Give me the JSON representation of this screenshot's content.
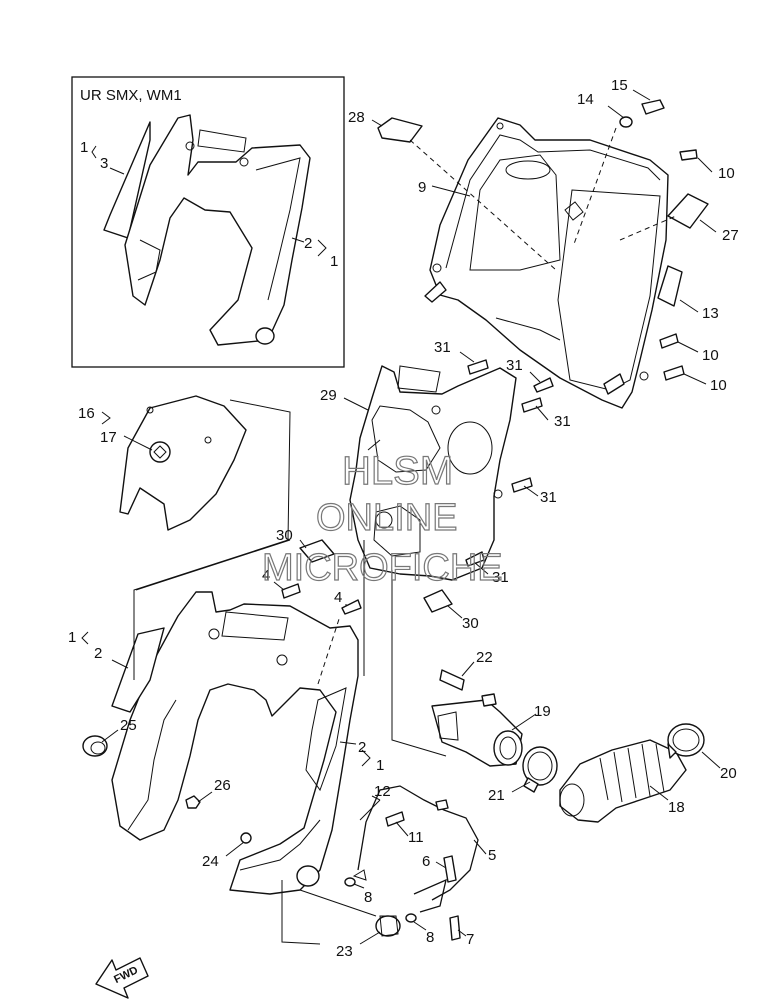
{
  "inset": {
    "label": "UR SMX, WM1"
  },
  "watermark": {
    "line1": "HLSM",
    "line2": "ONLINE",
    "line3": "MICROFICHE"
  },
  "fwd_label": "FWD",
  "callouts": {
    "c15": "15",
    "c14": "14",
    "c28": "28",
    "c9": "9",
    "c10a": "10",
    "c27": "27",
    "c13": "13",
    "c10b": "10",
    "c10c": "10",
    "inset1": "1",
    "inset3": "3",
    "inset2": "2",
    "inset1b": "1",
    "c31a": "31",
    "c31b": "31",
    "c31c": "31",
    "c31d": "31",
    "c31e": "31",
    "c29": "29",
    "c16": "16",
    "c17": "17",
    "c30a": "30",
    "c30b": "30",
    "c4a": "4",
    "c4b": "4",
    "c1": "1",
    "c2": "2",
    "c25": "25",
    "c26": "26",
    "c2b": "2",
    "c1b": "1",
    "c24": "24",
    "c12": "12",
    "c11": "11",
    "c5": "5",
    "c6": "6",
    "c8a": "8",
    "c8b": "8",
    "c7": "7",
    "c23": "23",
    "c22": "22",
    "c19": "19",
    "c21": "21",
    "c18": "18",
    "c20": "20"
  }
}
